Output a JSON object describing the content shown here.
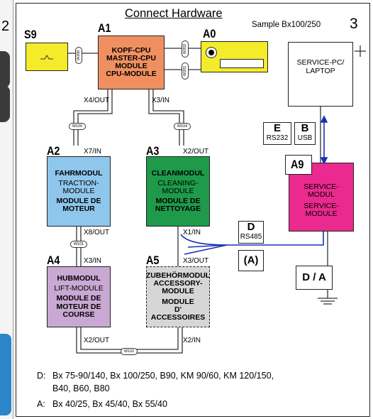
{
  "page": {
    "title": "Connect Hardware",
    "sample": "Sample Bx100/250",
    "page_number": "3",
    "prev_page_number": "2"
  },
  "labels": {
    "s9": "S9",
    "a1": "A1",
    "a0": "A0",
    "a2": "A2",
    "a3": "A3",
    "a4": "A4",
    "a5": "A5",
    "a9": "A9"
  },
  "ports": {
    "x4_out": "X4/OUT",
    "x3_in_a1": "X3/IN",
    "x7_in": "X7/IN",
    "x2_out_a3": "X2/OUT",
    "x8_out": "X8/OUT",
    "x1_in": "X1/IN",
    "x3_in_a4": "X3/IN",
    "x3_out": "X3/OUT",
    "x2_out_a4": "X2/OUT",
    "x2_in": "X2/IN"
  },
  "wires": {
    "w100": "W100",
    "w104": "W104",
    "w101": "W101",
    "w102": "W102",
    "w200": "W200",
    "w201": "W201",
    "w202": "W202"
  },
  "modules": {
    "a1": {
      "lines": [
        "KOPF-CPU",
        "MASTER-CPU",
        "MODULE",
        "CPU-MODULE"
      ],
      "color": "#f09060"
    },
    "a2": {
      "lines": [
        "FAHRMODUL",
        "TRACTION-",
        "MODULE",
        "MODULE DE",
        "MOTEUR"
      ],
      "color": "#8fc6ec"
    },
    "a3": {
      "lines": [
        "CLEANMODUL",
        "CLEANING-",
        "MODULE",
        "MODULE DE",
        "NETTOYAGE"
      ],
      "color": "#1e9a4a"
    },
    "a4": {
      "lines": [
        "HUBMODUL",
        "LIFT-MODULE",
        "MODULE DE",
        "MOTEUR DE",
        "COURSE"
      ],
      "color": "#c9a8d3"
    },
    "a5": {
      "lines": [
        "ZUBEHÖRMODUL",
        "ACCESSORY-",
        "MODULE",
        "MODULE",
        "D' ACCESSOIRES"
      ],
      "color": "#d6d6d6"
    },
    "a9": {
      "lines": [
        "SERVICE-",
        "MODUL",
        "SERVICE-",
        "MODULE"
      ],
      "color": "#ea2a8e"
    }
  },
  "service_pc": {
    "line1": "SERVICE-PC/",
    "line2": "LAPTOP"
  },
  "interfaces": {
    "e": {
      "letter": "E",
      "name": "RS232"
    },
    "b": {
      "letter": "B",
      "name": "USB"
    },
    "d": {
      "letter": "D",
      "name": "RS485"
    },
    "a": {
      "letter": "(A)"
    },
    "da": {
      "letter": "D / A"
    }
  },
  "footnotes": {
    "d_key": "D:",
    "d_text1": "Bx 75-90/140, Bx 100/250, B90, KM 90/60, KM 120/150,",
    "d_text2": "B40, B60, B80",
    "a_key": "A:",
    "a_text": "Bx 40/25, Bx 45/40, Bx 55/40"
  },
  "colors": {
    "bus_blue": "#1a2fb5",
    "s9_yellow": "#f4ec2a",
    "a0_yellow": "#f4ec2a"
  }
}
